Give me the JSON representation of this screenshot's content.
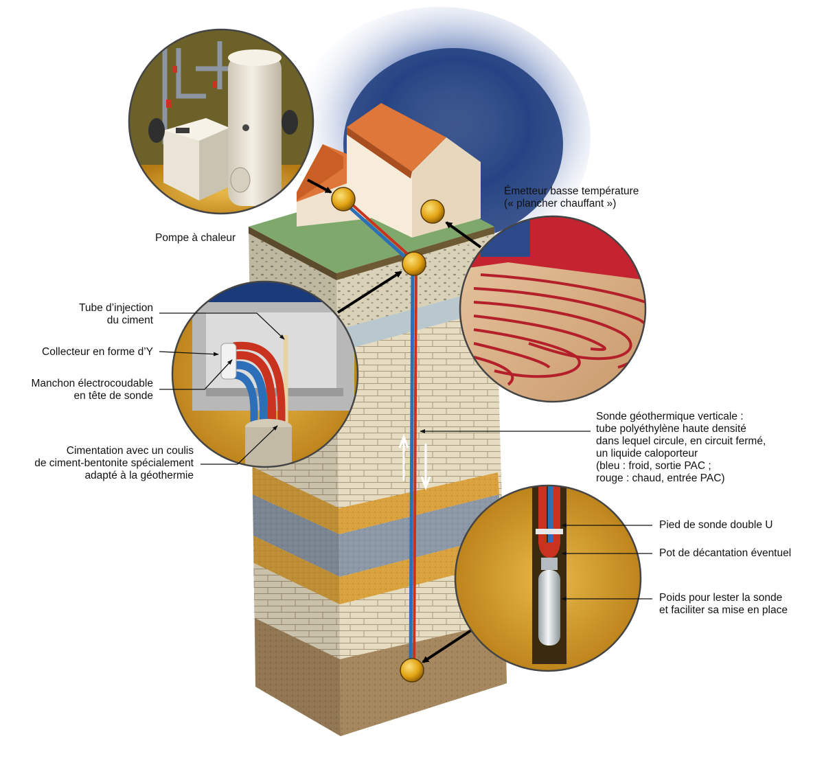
{
  "labels": {
    "pompe": "Pompe à chaleur",
    "emetteur": [
      "Émetteur basse température",
      "(« plancher chauffant »)"
    ],
    "tube_injection": [
      "Tube d’injection",
      "du ciment"
    ],
    "collecteur": "Collecteur en forme d’Y",
    "manchon": [
      "Manchon électrocoudable",
      "en tête de sonde"
    ],
    "cimentation": [
      "Cimentation avec un coulis",
      "de ciment-bentonite spécialement",
      "adapté à la géothermie"
    ],
    "sonde": [
      "Sonde géothermique verticale :",
      "tube polyéthylène haute densité",
      "dans lequel circule, en circuit fermé,",
      "un liquide caloporteur",
      "(bleu : froid, sortie PAC ;",
      "rouge : chaud, entrée PAC)"
    ],
    "pied": "Pied de sonde double U",
    "pot": "Pot de décantation éventuel",
    "poids": [
      "Poids pour lester la sonde",
      "et faciliter sa mise en place"
    ]
  },
  "colors": {
    "hot": "#c8321e",
    "cold": "#2c6fb8",
    "marker": "#e2a313",
    "sky": "#1b3a7a",
    "ground": "#7fa86c",
    "roof": "#e0773a"
  },
  "icons": [
    "heat-pump-icon",
    "hot-water-tank-icon",
    "floor-heating-icon",
    "probe-weight-icon"
  ]
}
